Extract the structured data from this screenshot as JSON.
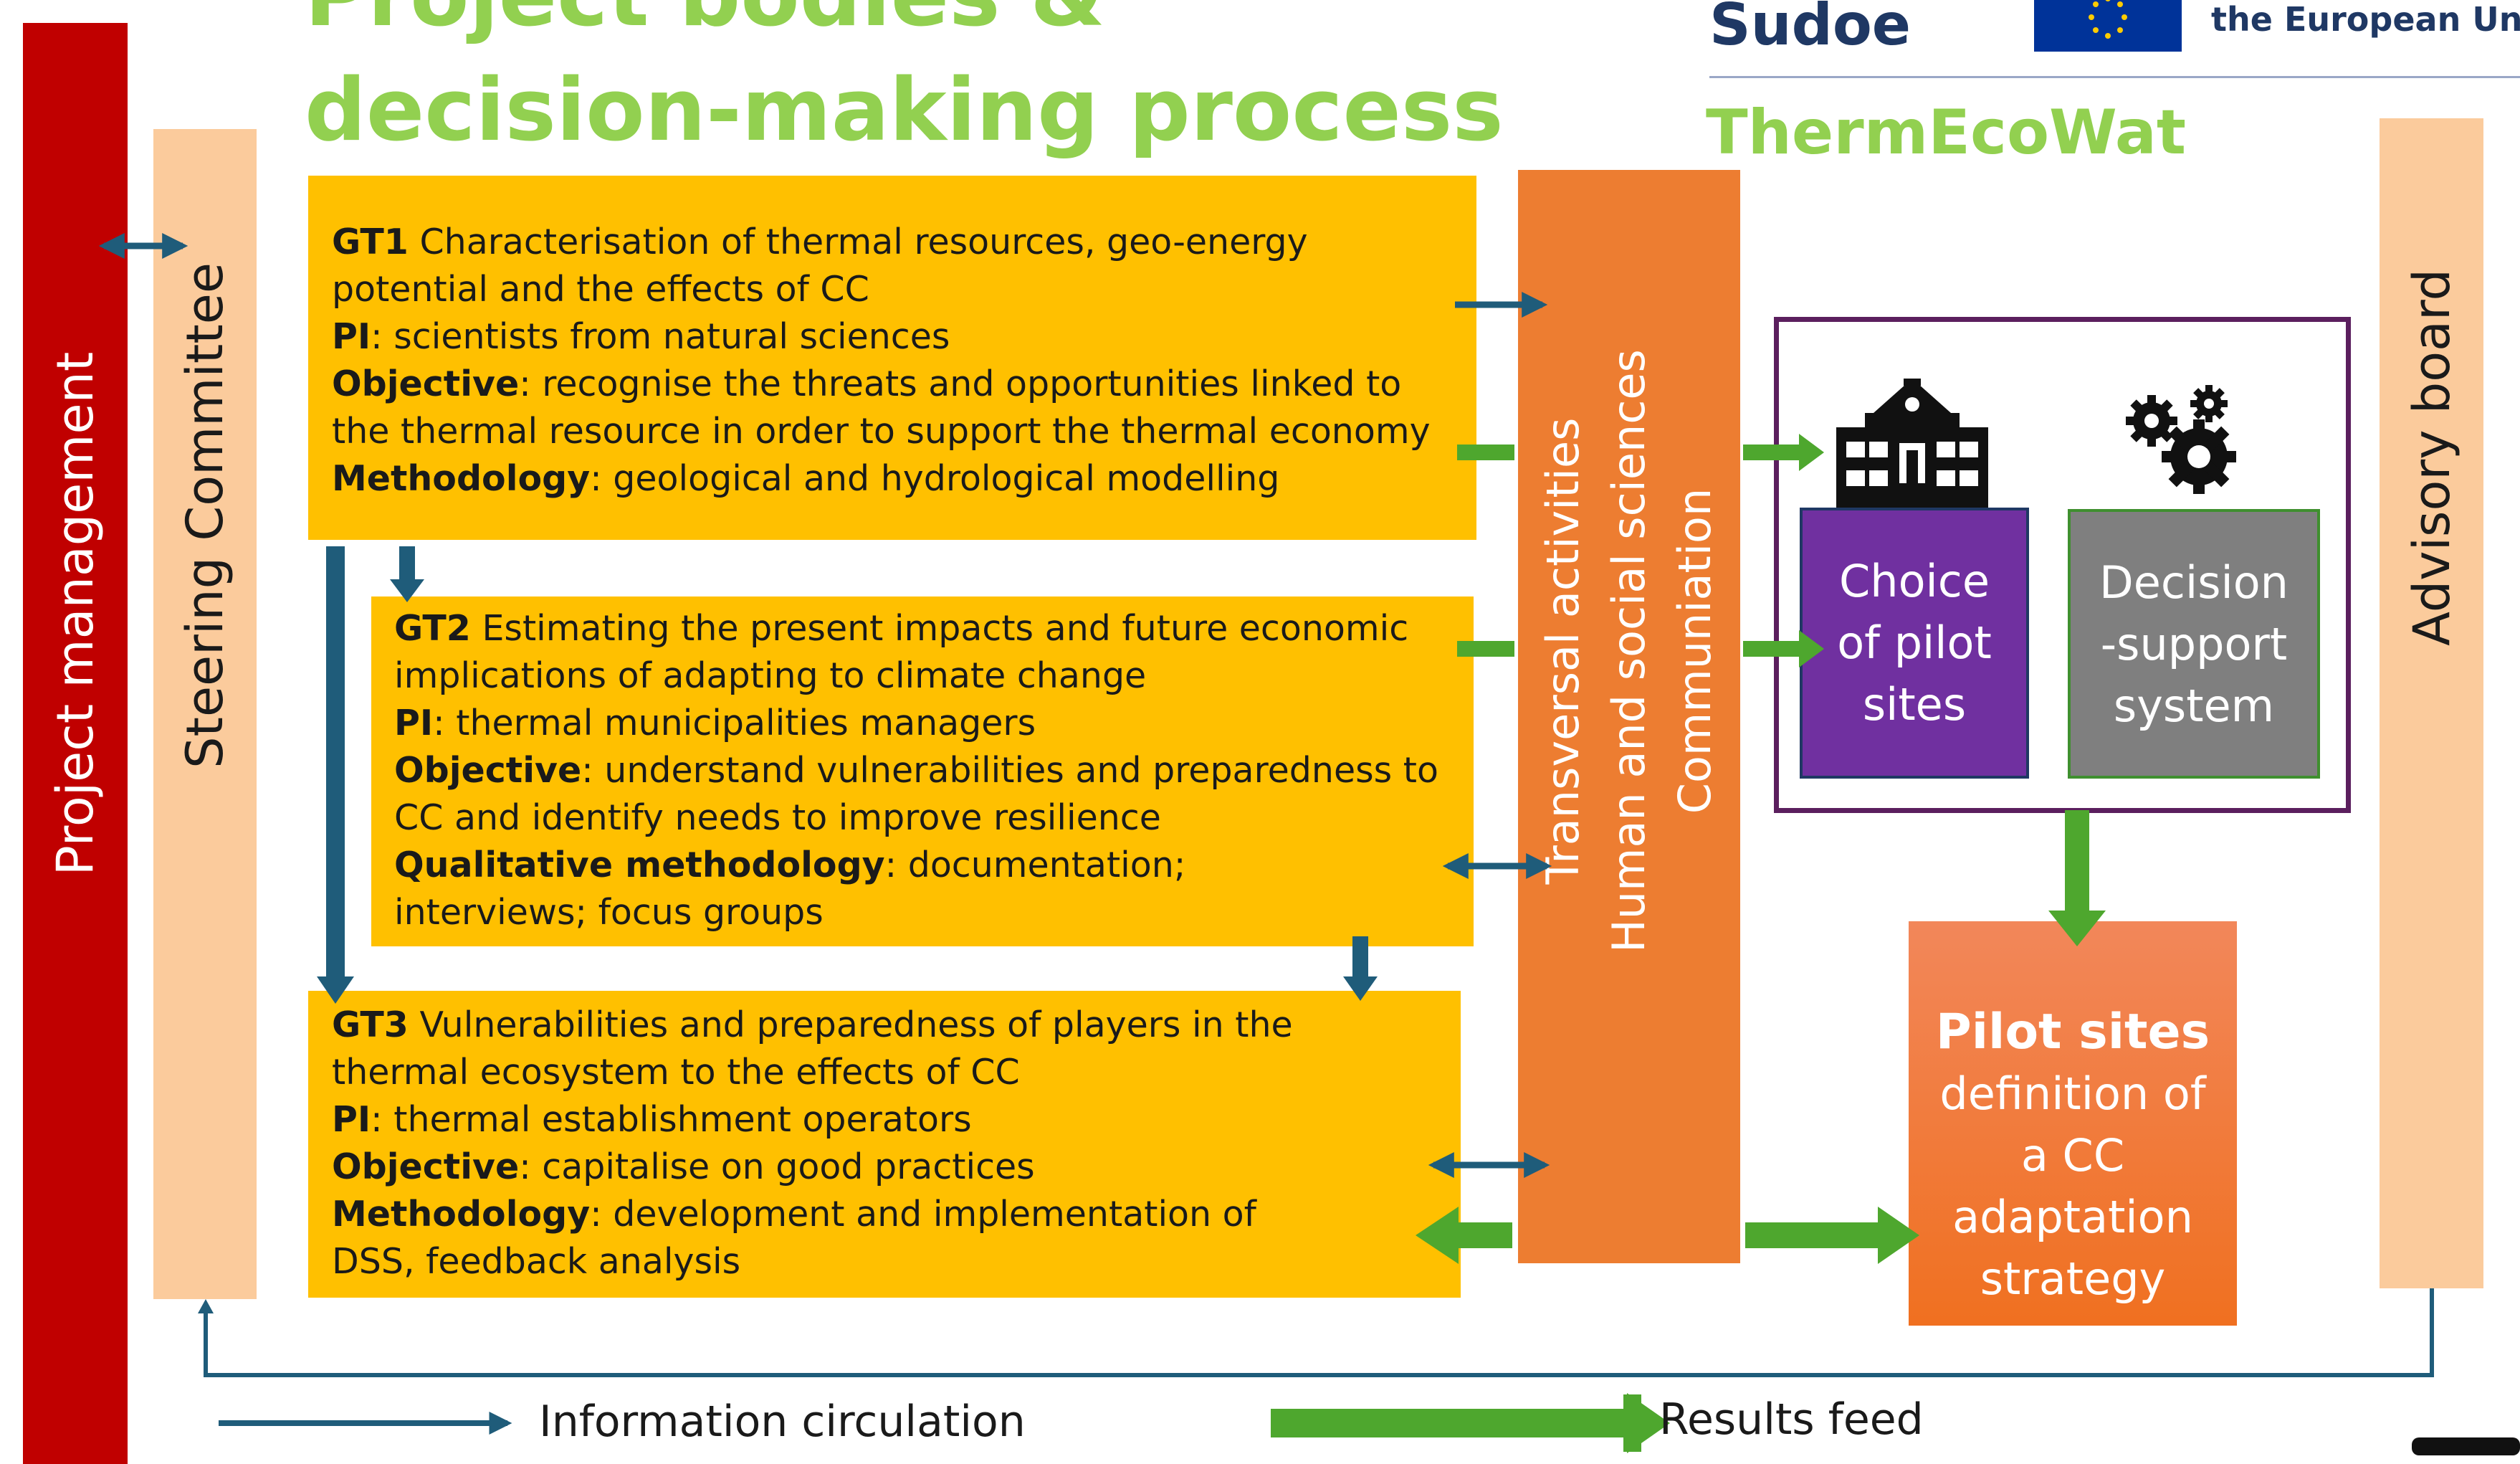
{
  "title": {
    "line1": "Project bodies &",
    "line2": "decision-making process"
  },
  "logos": {
    "interreg": "Sudoe",
    "eu": "the European Union",
    "project": "ThermEcoWat"
  },
  "left_bars": {
    "project_management": "Project management",
    "steering_committee": "Steering Committee"
  },
  "right_bar": {
    "advisory_board": "Advisory board"
  },
  "gt1": {
    "code": "GT1",
    "text": " Characterisation of thermal resources, geo-energy potential and the effects of CC",
    "pi_label": "PI",
    "pi": ": scientists from natural sciences",
    "obj_label": "Objective",
    "obj": ": recognise the threats and opportunities linked to the thermal resource in order to support the thermal economy",
    "meth_label": "Methodology",
    "meth": ": geological and hydrological modelling"
  },
  "gt2": {
    "code": "GT2",
    "text": " Estimating the present impacts and future economic implications of adapting to climate change",
    "pi_label": "PI",
    "pi": ": thermal municipalities managers",
    "obj_label": "Objective",
    "obj": ": understand vulnerabilities and preparedness to CC and identify needs to improve resilience",
    "meth_label": "Qualitative methodology",
    "meth": ": documentation; interviews; focus groups"
  },
  "gt3": {
    "code": "GT3",
    "text": " Vulnerabilities and preparedness of players in the thermal ecosystem to the effects of CC",
    "pi_label": "PI",
    "pi": ": thermal establishment operators",
    "obj_label": "Objective",
    "obj": ": capitalise on good practices",
    "meth_label": "Methodology",
    "meth": ": development and implementation of DSS, feedback analysis"
  },
  "transversal": {
    "line1": "Transversal activities",
    "line2": "Human and social sciences",
    "line3": "Communiation"
  },
  "choice": {
    "line1": "Choice",
    "line2": "of pilot",
    "line3": "sites"
  },
  "dss": {
    "line1": "Decision",
    "line2": "-support",
    "line3": "system"
  },
  "pilot": {
    "heading": "Pilot sites",
    "line1": "definition of",
    "line2": "a CC",
    "line3": "adaptation",
    "line4": "strategy"
  },
  "legend": {
    "info": "Information circulation",
    "results": "Results feed"
  },
  "colors": {
    "title_green": "#92d050",
    "red": "#c00000",
    "peach": "#fbcb9c",
    "gt_yellow": "#ffc000",
    "transversal_orange": "#ed7d31",
    "purple": "#7030a0",
    "grey": "#7f7f7f",
    "pilot_orange": "#f07d2e",
    "info_arrow": "#1f5c7a",
    "results_arrow": "#4ea72e",
    "navy": "#1f3864"
  },
  "icons": [
    "school-icon",
    "gears-icon",
    "eu-flag-icon"
  ]
}
